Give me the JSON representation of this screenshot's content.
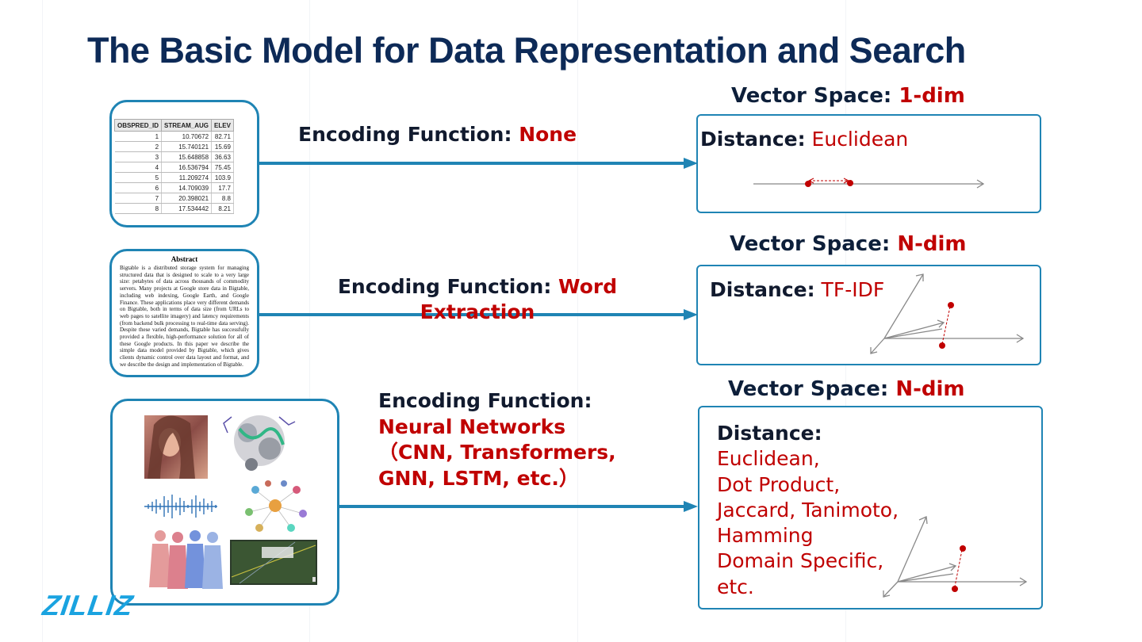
{
  "title": "The Basic Model for Data Representation and Search",
  "colors": {
    "accent": "#1f84b4",
    "highlight": "#c00000",
    "title": "#0d2a57"
  },
  "rows": [
    {
      "input": {
        "kind": "table",
        "columns": [
          "OBSPRED_ID",
          "STREAM_AUG",
          "ELEV"
        ],
        "rows": [
          [
            "1",
            "10.70672",
            "82.71"
          ],
          [
            "2",
            "15.740121",
            "15.69"
          ],
          [
            "3",
            "15.648858",
            "36.63"
          ],
          [
            "4",
            "16.536794",
            "75.45"
          ],
          [
            "5",
            "11.209274",
            "103.9"
          ],
          [
            "6",
            "14.709039",
            "17.7"
          ],
          [
            "7",
            "20.398021",
            "8.8"
          ],
          [
            "8",
            "17.534442",
            "8.21"
          ]
        ]
      },
      "encoding_label": "Encoding Function:",
      "encoding_value": "None",
      "vector_space_label": "Vector Space:",
      "vector_space_value": "1-dim",
      "distance_label": "Distance:",
      "distance_value": "Euclidean"
    },
    {
      "input": {
        "kind": "document",
        "heading": "Abstract",
        "text": "Bigtable is a distributed storage system for managing structured data that is designed to scale to a very large size: petabytes of data across thousands of commodity servers. Many projects at Google store data in Bigtable, including web indexing, Google Earth, and Google Finance. These applications place very different demands on Bigtable, both in terms of data size (from URLs to web pages to satellite imagery) and latency requirements (from backend bulk processing to real-time data serving). Despite these varied demands, Bigtable has successfully provided a flexible, high-performance solution for all of these Google products. In this paper we describe the simple data model provided by Bigtable, which gives clients dynamic control over data layout and format, and we describe the design and implementation of Bigtable."
      },
      "encoding_label": "Encoding Function:",
      "encoding_value": "Word Extraction",
      "vector_space_label": "Vector Space:",
      "vector_space_value": "N-dim",
      "distance_label": "Distance:",
      "distance_value": "TF-IDF"
    },
    {
      "input": {
        "kind": "media-collage"
      },
      "encoding_label": "Encoding Function:",
      "encoding_value_lines": [
        "Neural Networks",
        "（CNN, Transformers,",
        "GNN, LSTM, etc.）"
      ],
      "vector_space_label": "Vector Space:",
      "vector_space_value": "N-dim",
      "distance_label": "Distance:",
      "distance_values": [
        "Euclidean,",
        "Dot Product,",
        "Jaccard, Tanimoto,",
        "Hamming",
        "Domain Specific,",
        "etc."
      ]
    }
  ],
  "logo": "ZILLIZ"
}
